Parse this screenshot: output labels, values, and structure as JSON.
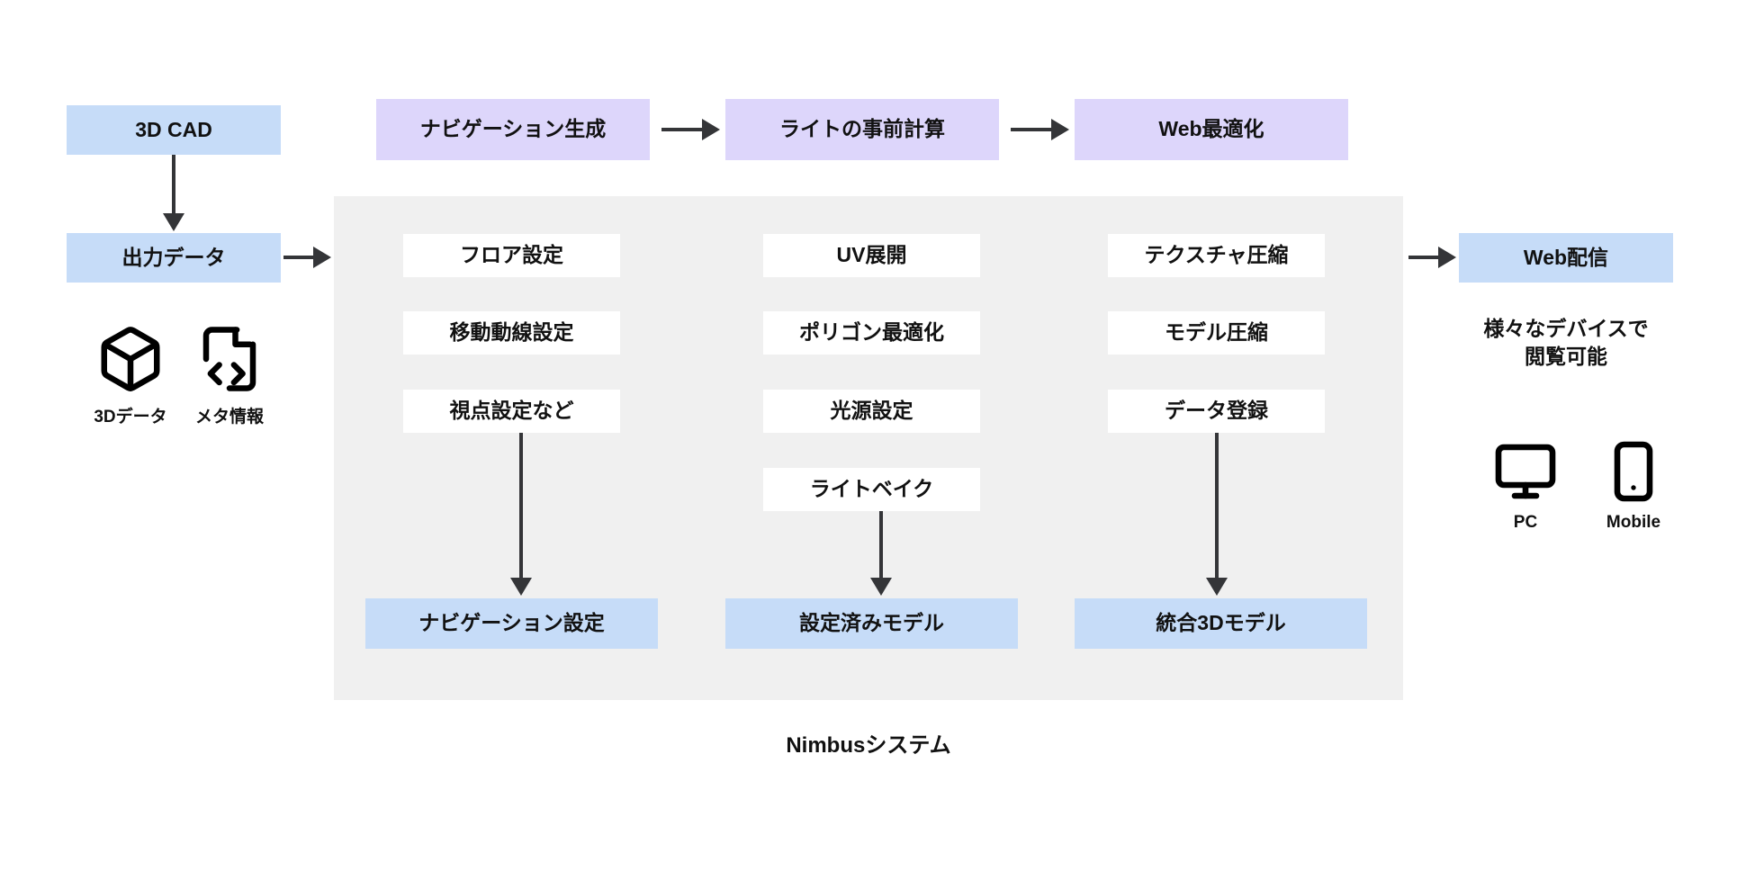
{
  "diagram": {
    "title_caption": "Nimbusシステム",
    "colors": {
      "blue": "#c6dcf8",
      "purple": "#ddd6fb",
      "white": "#ffffff",
      "container_gray": "#f0f0f0",
      "arrow": "#343538",
      "text": "#111111"
    }
  },
  "input": {
    "cad_box": "3D CAD",
    "output_box": "出力データ",
    "assets": [
      {
        "label": "3Dデータ",
        "icon": "cube-icon"
      },
      {
        "label": "メタ情報",
        "icon": "file-code-icon"
      }
    ]
  },
  "pipeline_top": [
    {
      "label": "ナビゲーション生成"
    },
    {
      "label": "ライトの事前計算"
    },
    {
      "label": "Web最適化"
    }
  ],
  "columns": [
    {
      "name": "navigation-column",
      "steps": [
        "フロア設定",
        "移動動線設定",
        "視点設定など"
      ],
      "result": "ナビゲーション設定"
    },
    {
      "name": "lighting-column",
      "steps": [
        "UV展開",
        "ポリゴン最適化",
        "光源設定",
        "ライトベイク"
      ],
      "result": "設定済みモデル"
    },
    {
      "name": "compression-column",
      "steps": [
        "テクスチャ圧縮",
        "モデル圧縮",
        "データ登録"
      ],
      "result": "統合3Dモデル"
    }
  ],
  "output": {
    "delivery_box": "Web配信",
    "description_line1": "様々なデバイスで",
    "description_line2": "閲覧可能",
    "devices": [
      {
        "label": "PC",
        "icon": "monitor-icon"
      },
      {
        "label": "Mobile",
        "icon": "smartphone-icon"
      }
    ]
  }
}
